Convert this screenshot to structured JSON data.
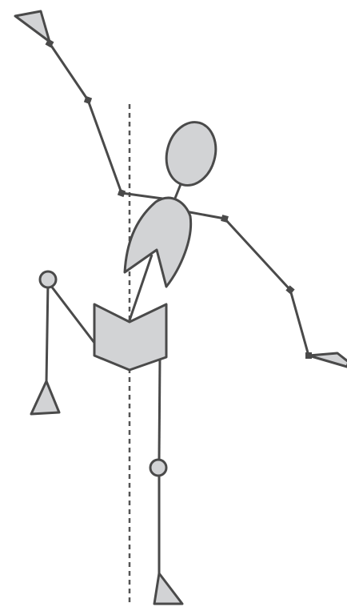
{
  "colors": {
    "stroke": "#4a4a4a",
    "fill": "#d2d3d5",
    "background": "#ffffff",
    "centerline": "#555555"
  },
  "figure": {
    "type": "stick-figure-pose",
    "parts": [
      "head",
      "torso",
      "pelvis",
      "left-arm",
      "right-arm",
      "left-leg",
      "right-leg",
      "center-of-gravity-line"
    ]
  }
}
